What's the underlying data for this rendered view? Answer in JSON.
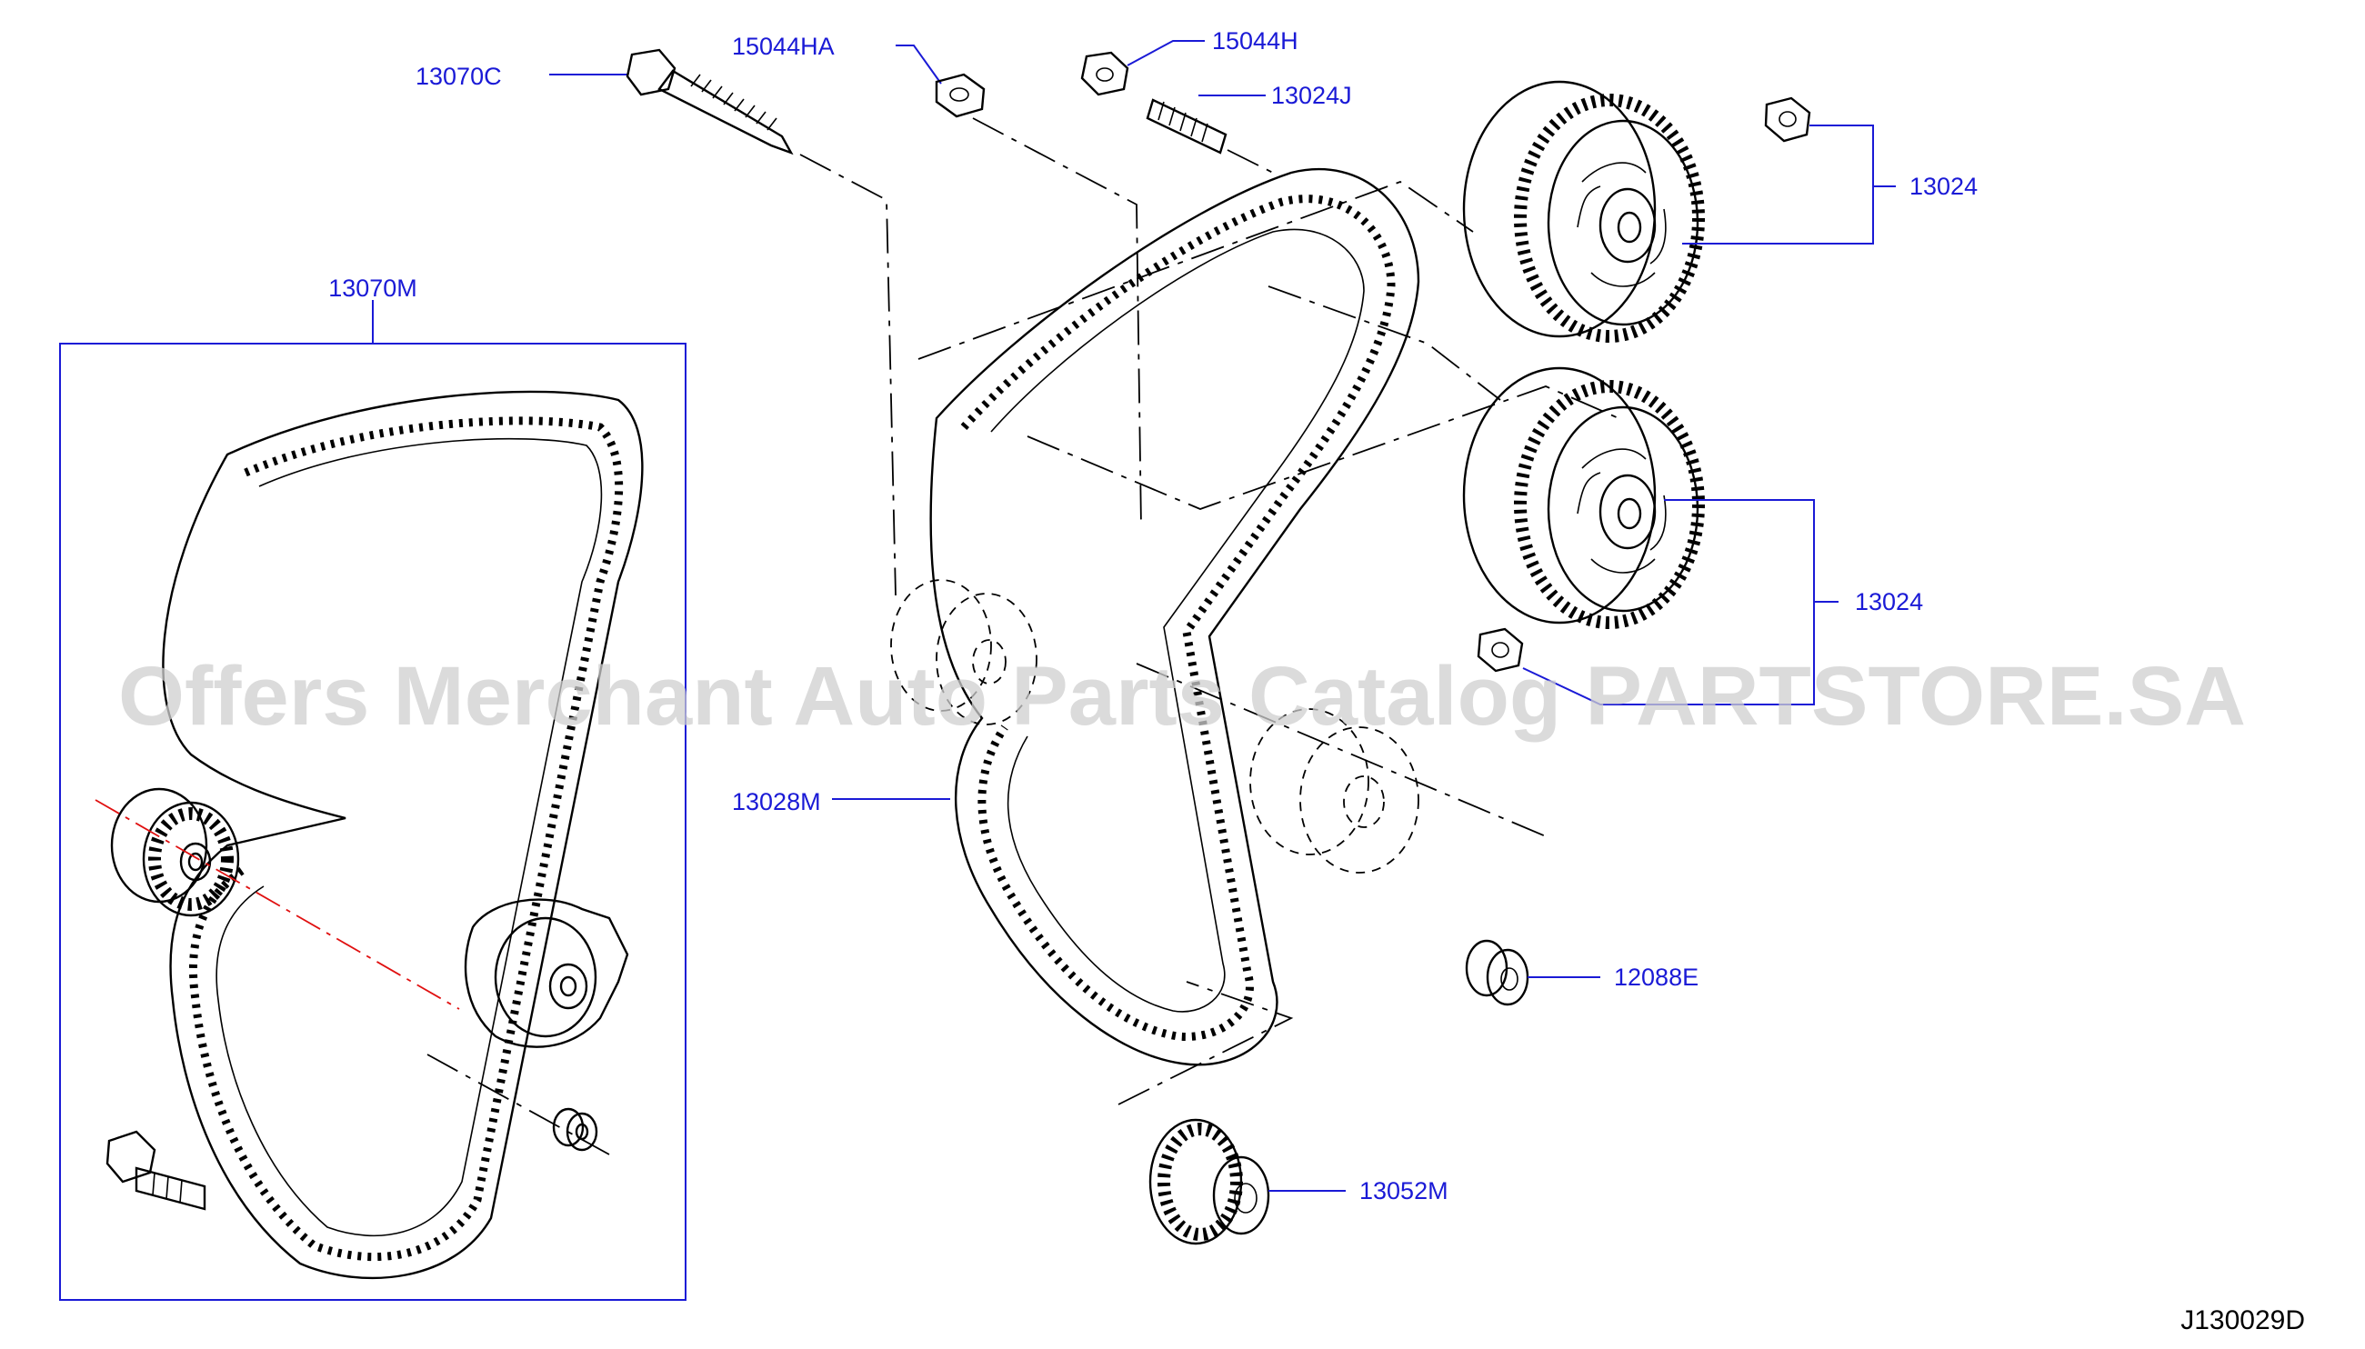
{
  "diagram_code": "J130029D",
  "watermark": "Offers Merchant Auto Parts Catalog PARTSTORE.SA",
  "colors": {
    "label": "#1a1ad6",
    "lines": "#000000",
    "centerline": "#e01010",
    "watermark": "#cfcfcf"
  },
  "callouts": {
    "bolt_13070C": "13070C",
    "nut_15044HA": "15044HA",
    "nut_15044H": "15044H",
    "stud_13024J": "13024J",
    "kit_13070M": "13070M",
    "sprocket_13024_upper": "13024",
    "sprocket_13024_lower": "13024",
    "belt_13028M": "13028M",
    "washer_12088E": "12088E",
    "sprocket_13052M": "13052M"
  }
}
